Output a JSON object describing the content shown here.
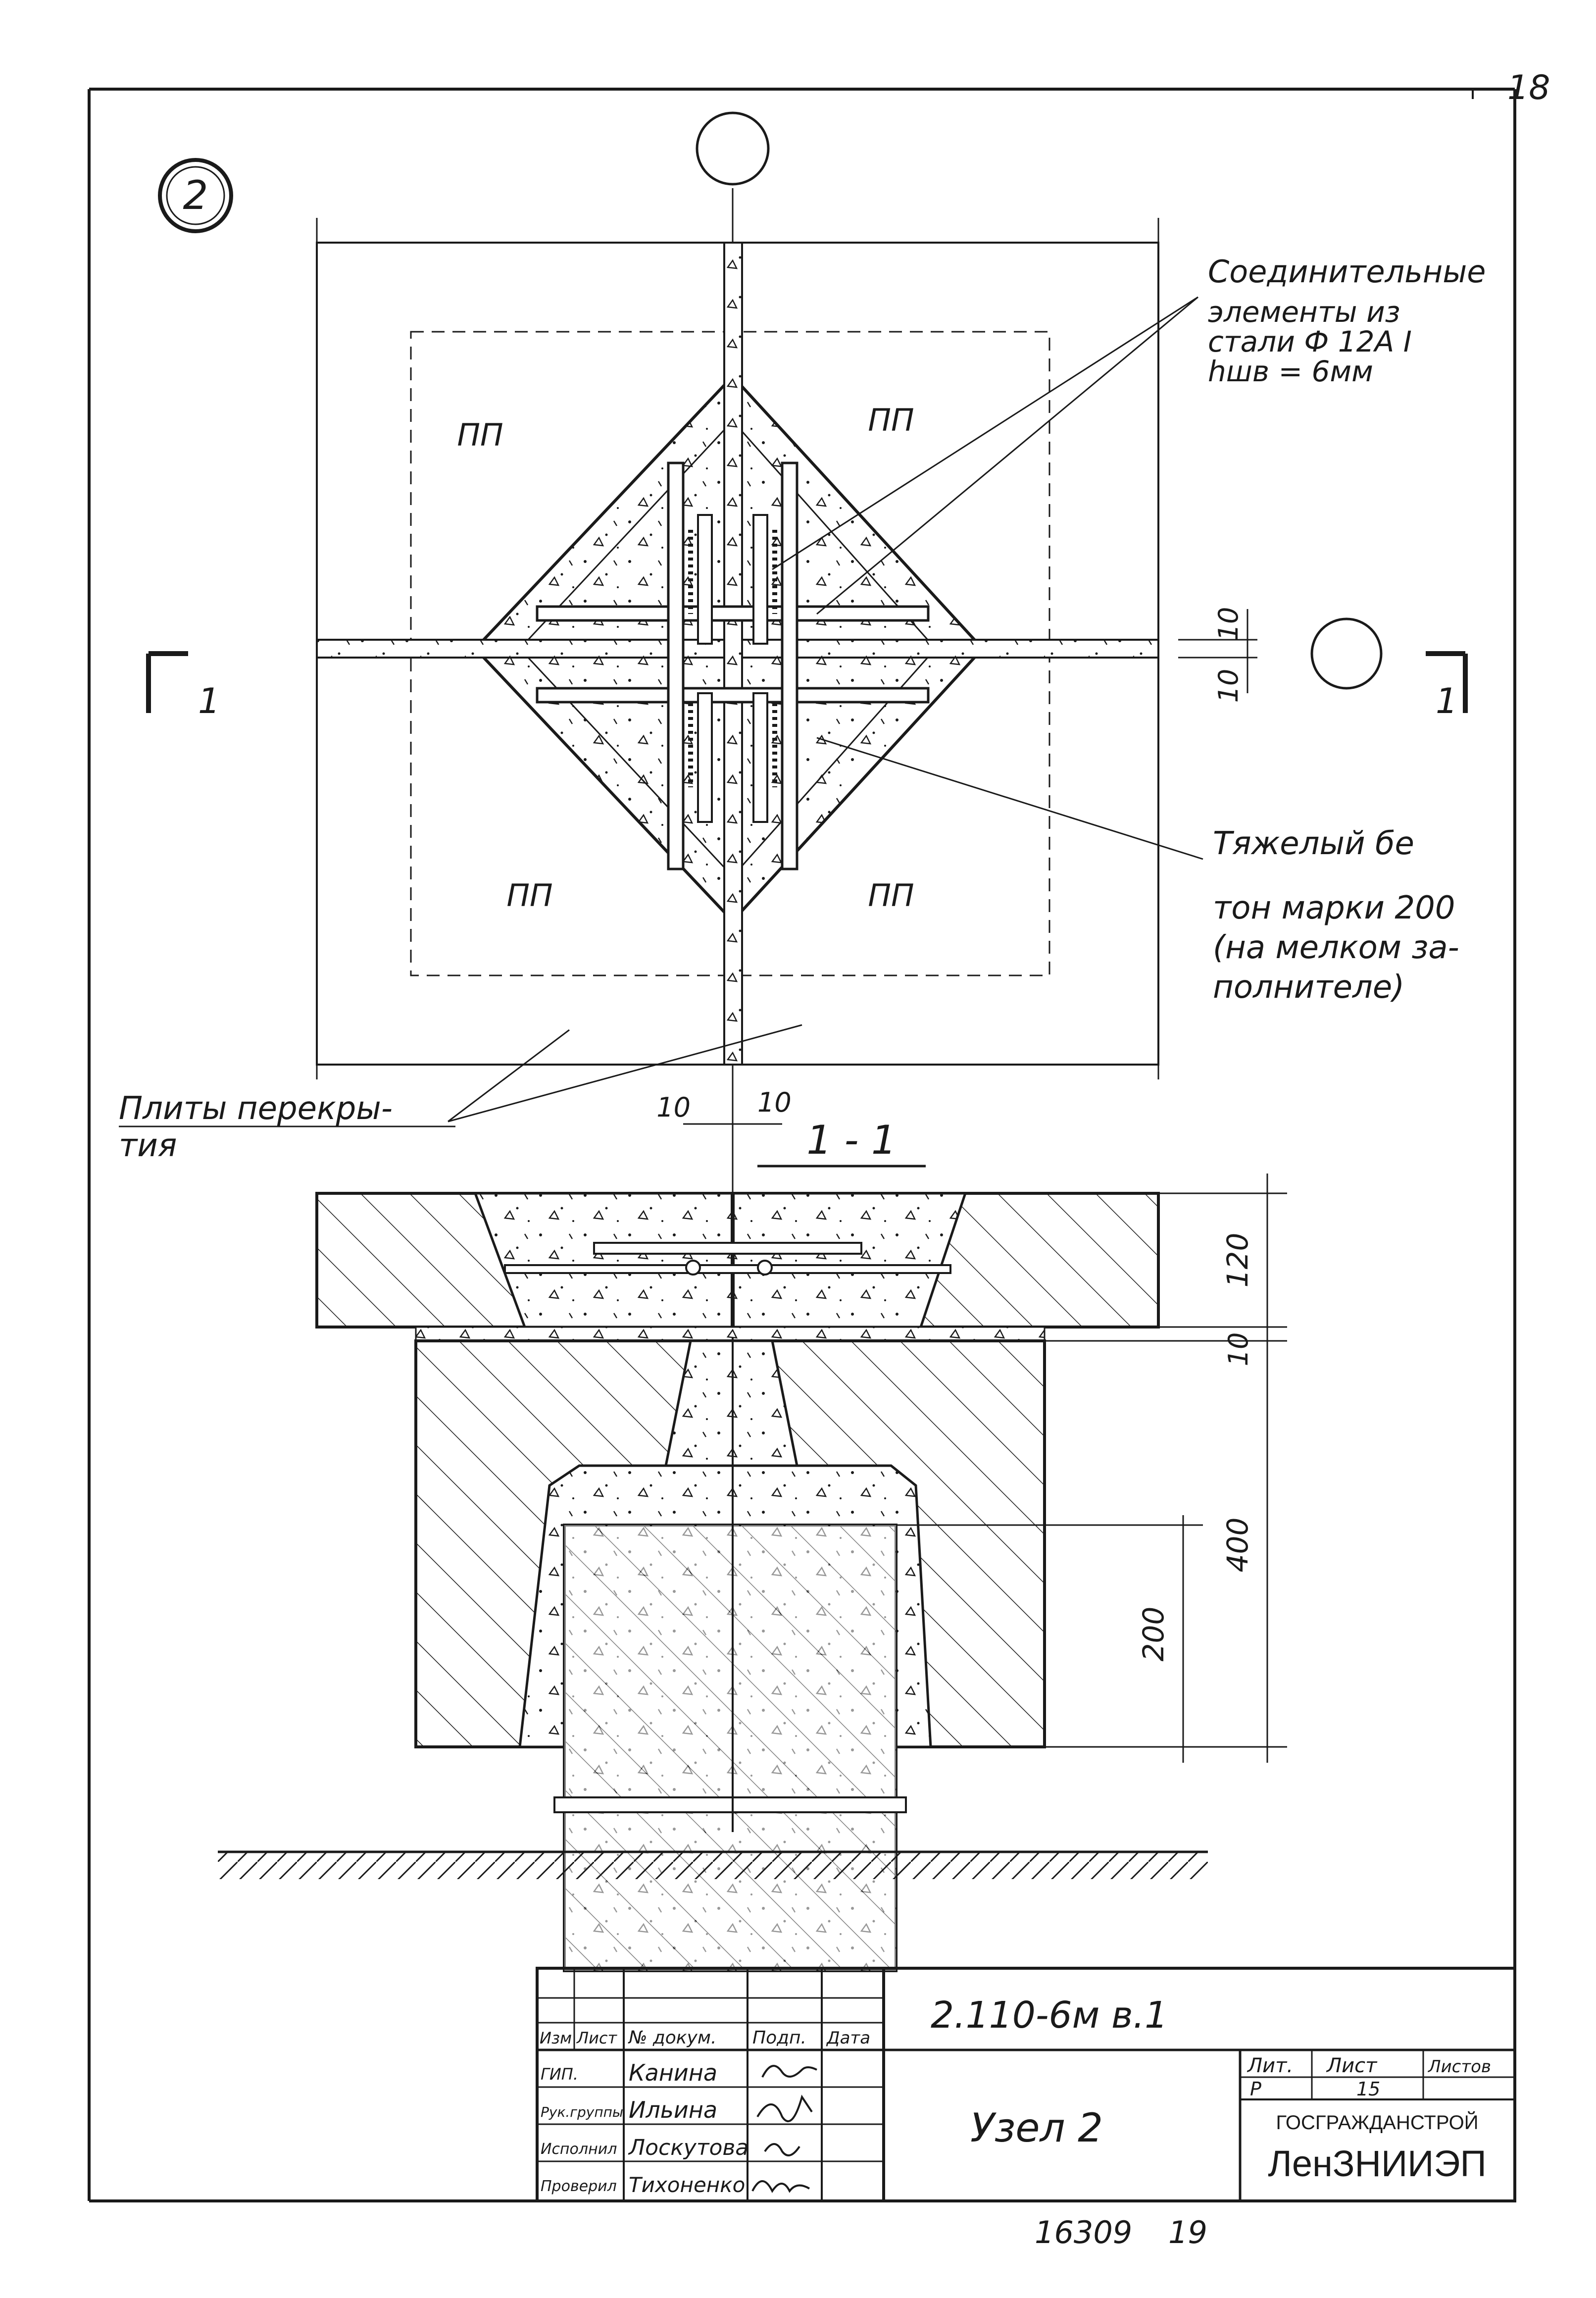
{
  "sheet": {
    "page_number": "18",
    "node_marker": "2",
    "footer_number": "16309",
    "footer_copy": "19"
  },
  "plan": {
    "panel_labels": [
      "ПП",
      "ПП",
      "ПП",
      "ПП"
    ],
    "connectors_label_line1": "Соединительные",
    "connectors_label_line2": "элементы из",
    "connectors_label_line3": "стали Ф 12А I",
    "connectors_label_line4": "hшв = 6мм",
    "concrete_label_line1": "Тяжелый бе",
    "concrete_label_line2": "тон марки 200",
    "concrete_label_line3": "(на мелком за-",
    "concrete_label_line4": "полнителе)",
    "slabs_label_line1": "Плиты перекры-",
    "slabs_label_line2": "тия",
    "dim_joint_left": "10",
    "dim_joint_right": "10",
    "dim_side_upper": "10",
    "dim_side_lower": "10",
    "section_mark_left": "1",
    "section_mark_right": "1"
  },
  "section": {
    "title": "1 - 1",
    "dim_slab": "120",
    "dim_gap": "10",
    "dim_cap": "400",
    "dim_socket": "200"
  },
  "title_block": {
    "header_izm": "Изм",
    "header_list": "Лист",
    "header_doc": "№ докум.",
    "header_sign": "Подп.",
    "header_date": "Дата",
    "roles": [
      "ГИП.",
      "Рук.группы",
      "Исполнил",
      "Проверил"
    ],
    "names": [
      "Канина",
      "Ильина",
      "Лоскутова",
      "Тихоненко"
    ],
    "doc_code": "2.110-6м в.1",
    "sheet_title": "Узел 2",
    "col_lit": "Лит.",
    "col_sheet": "Лист",
    "col_sheets": "Листов",
    "lit_value": "Р",
    "sheet_value": "15",
    "org_top": "ГОСГРАЖДАНСТРОЙ",
    "org_bottom": "ЛенЗНИИЭП"
  }
}
